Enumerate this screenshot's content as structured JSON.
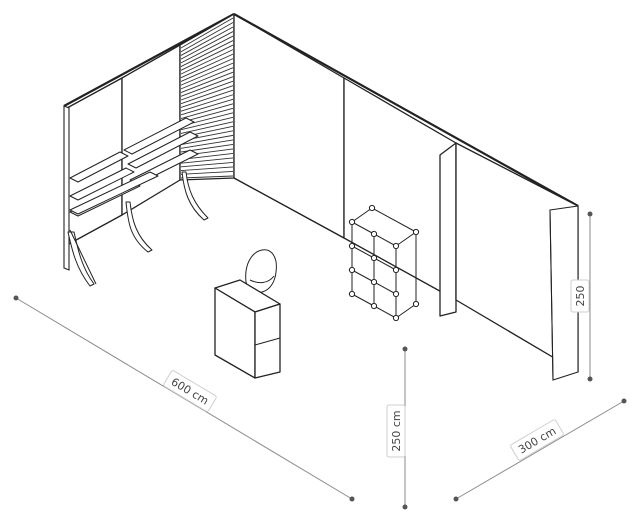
{
  "dimensions": {
    "length_label": "600 cm",
    "height_label": "250 cm",
    "depth_label": "300 cm",
    "side_height_label": "250"
  }
}
